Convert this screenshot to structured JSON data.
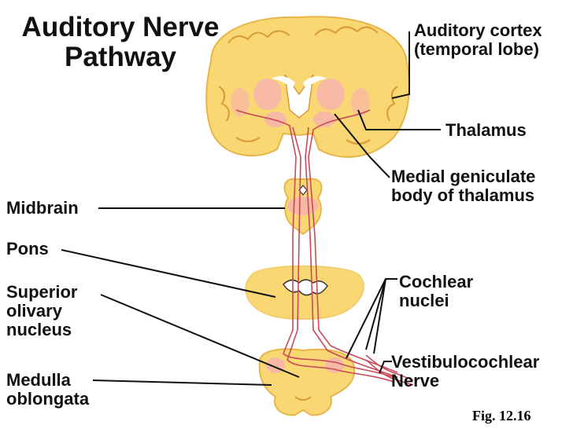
{
  "title": {
    "line1": "Auditory Nerve",
    "line2": "Pathway"
  },
  "labels": {
    "auditory_cortex_1": "Auditory cortex",
    "auditory_cortex_2": "(temporal lobe)",
    "thalamus": "Thalamus",
    "medial_geniculate_1": "Medial geniculate",
    "medial_geniculate_2": "body of thalamus",
    "midbrain": "Midbrain",
    "pons": "Pons",
    "superior_olivary_1": "Superior",
    "superior_olivary_2": "olivary",
    "superior_olivary_3": "nucleus",
    "cochlear_1": "Cochlear",
    "cochlear_2": "nuclei",
    "medulla_1": "Medulla",
    "medulla_2": "oblongata",
    "vestibulo_1": "Vestibulocochlear",
    "vestibulo_2": "Nerve"
  },
  "figure_number": "Fig. 12.16",
  "colors": {
    "tissue": "#f9d873",
    "tissue_dark": "#e8b54a",
    "nucleus": "#f7b9a3",
    "nerve": "#c94a58",
    "leader": "#111111"
  }
}
